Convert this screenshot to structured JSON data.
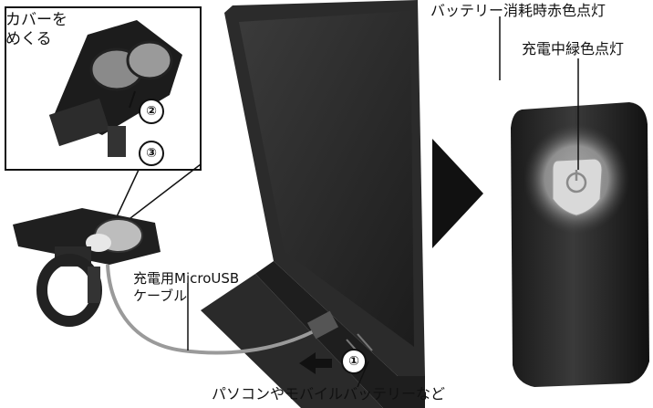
{
  "labels": {
    "cover_line1": "カバーを",
    "cover_line2": "めくる",
    "cable_line1": "充電用MicroUSB",
    "cable_line2": "ケーブル",
    "source": "パソコンやモバイルバッテリーなど",
    "indicator_red": "バッテリー消耗時赤色点灯",
    "indicator_green": "充電中緑色点灯"
  },
  "steps": [
    "①",
    "②",
    "③"
  ],
  "colors": {
    "ink": "#111111",
    "device_dark": "#222222",
    "background": "#ffffff"
  },
  "icons": [
    "power-button-icon",
    "arrow-right-icon",
    "push-arrow-icon"
  ]
}
